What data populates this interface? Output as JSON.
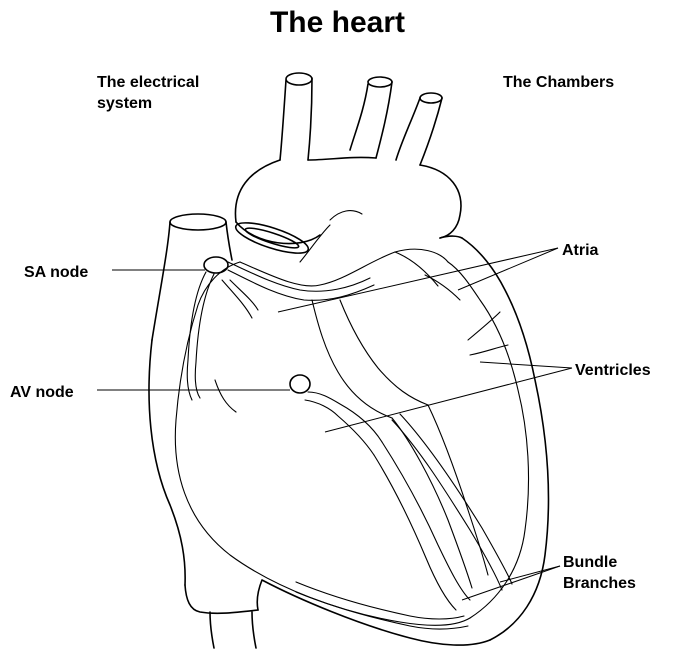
{
  "title": "The heart",
  "headings": {
    "left": [
      "The electrical",
      "system"
    ],
    "right": "The Chambers"
  },
  "labels": {
    "sa_node": "SA node",
    "av_node": "AV node",
    "atria": "Atria",
    "ventricles": "Ventricles",
    "bundle_branches": [
      "Bundle",
      "Branches"
    ]
  }
}
